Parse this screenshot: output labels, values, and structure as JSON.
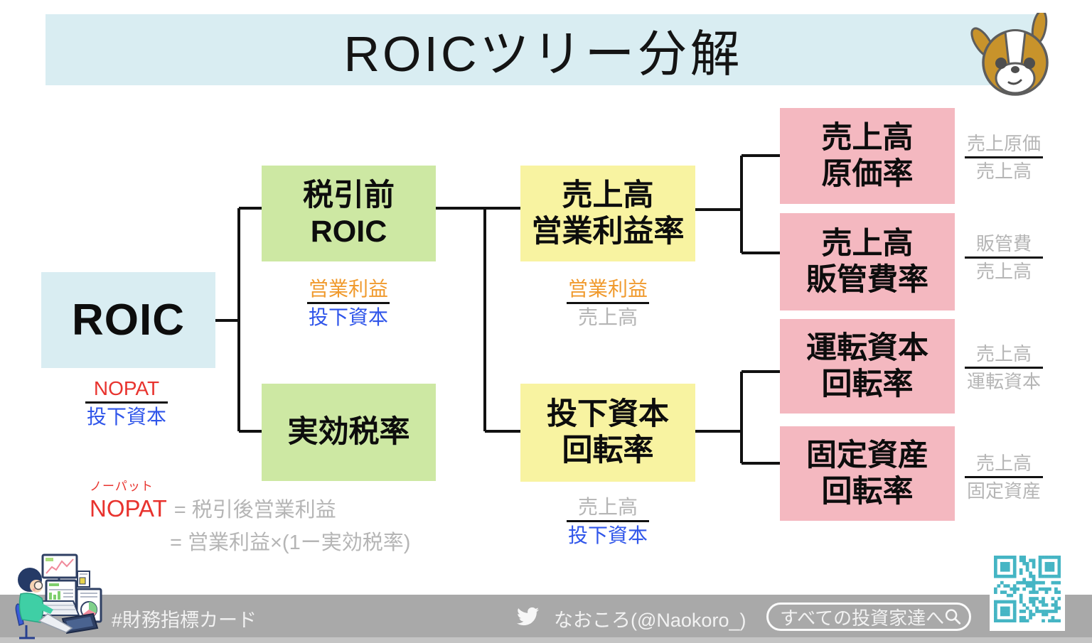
{
  "colors": {
    "cyan": "#d9edf2",
    "green": "#cde8a3",
    "yellow": "#f8f3a1",
    "pink": "#f4b8c0",
    "red": "#e8332e",
    "blue": "#2f55ea",
    "orange": "#f09a2d",
    "gray-text": "#b5b5b5",
    "footer-bg": "#a9a9a9",
    "qr": "#45b5c4",
    "dog-fur": "#c8932b"
  },
  "title": "ROICツリー分解",
  "mascot_icon": "dog-face-icon",
  "tree": {
    "root": {
      "label": "ROIC",
      "formula": {
        "numerator": "NOPAT",
        "numerator_color": "red",
        "denominator": "投下資本",
        "denominator_color": "blue"
      }
    },
    "level2": [
      {
        "label": "税引前\nROIC",
        "formula": {
          "numerator": "営業利益",
          "numerator_color": "orange",
          "denominator": "投下資本",
          "denominator_color": "blue"
        }
      },
      {
        "label": "実効税率"
      }
    ],
    "level3": [
      {
        "label": "売上高\n営業利益率",
        "formula": {
          "numerator": "営業利益",
          "numerator_color": "orange",
          "denominator": "売上高",
          "denominator_color": "gray"
        }
      },
      {
        "label": "投下資本\n回転率",
        "formula": {
          "numerator": "売上高",
          "numerator_color": "gray",
          "denominator": "投下資本",
          "denominator_color": "blue"
        }
      }
    ],
    "level4": [
      {
        "label": "売上高\n原価率",
        "formula": {
          "numerator": "売上原価",
          "denominator": "売上高"
        }
      },
      {
        "label": "売上高\n販管費率",
        "formula": {
          "numerator": "販管費",
          "denominator": "売上高"
        }
      },
      {
        "label": "運転資本\n回転率",
        "formula": {
          "numerator": "売上高",
          "denominator": "運転資本"
        }
      },
      {
        "label": "固定資産\n回転率",
        "formula": {
          "numerator": "売上高",
          "denominator": "固定資産"
        }
      }
    ]
  },
  "note": {
    "ruby": "ノーパット",
    "term": "NOPAT",
    "line1": "= 税引後営業利益",
    "line2": "= 営業利益×(1ー実効税率)"
  },
  "footer": {
    "hashtag": "#財務指標カード",
    "twitter_icon": "twitter-bird-icon",
    "author": "なおころ(@Naokoro_)",
    "search_text": "すべての投資家達へ",
    "search_icon": "magnifier-icon",
    "qr": "qr-code"
  }
}
